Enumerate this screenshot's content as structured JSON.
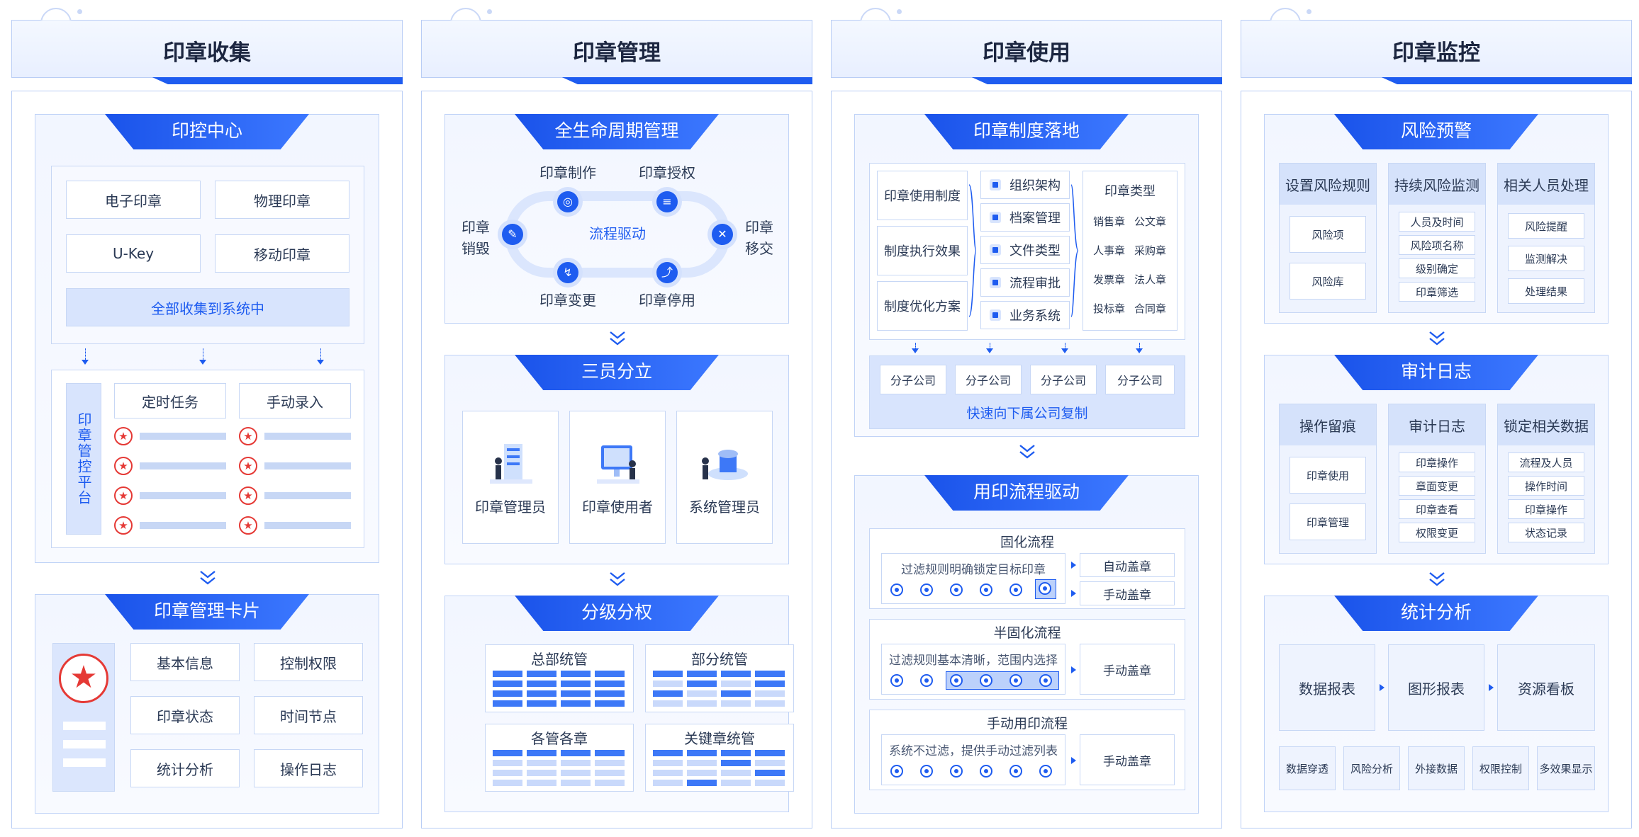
{
  "columns": {
    "collect": {
      "title": "印章收集",
      "center": {
        "title": "印控中心",
        "items": [
          "电子印章",
          "物理印章",
          "U-Key",
          "移动印章"
        ],
        "collect_all": "全部收集到系统中"
      },
      "platform": {
        "label": "印章管控平台",
        "task_scheduled": "定时任务",
        "task_manual": "手动录入",
        "star_glyph": "★"
      },
      "card": {
        "title": "印章管理卡片",
        "items": [
          "基本信息",
          "控制权限",
          "印章状态",
          "时间节点",
          "统计分析",
          "操作日志"
        ],
        "star_glyph": "★"
      }
    },
    "manage": {
      "title": "印章管理",
      "lifecycle": {
        "title": "全生命周期管理",
        "center": "流程驱动",
        "top_left": "印章制作",
        "top_right": "印章授权",
        "left": "印章\n销毁",
        "right": "印章\n移交",
        "bottom_left": "印章变更",
        "bottom_right": "印章停用"
      },
      "three": {
        "title": "三员分立",
        "roles": [
          "印章管理员",
          "印章使用者",
          "系统管理员"
        ]
      },
      "grading": {
        "title": "分级分权",
        "tables": [
          "总部统管",
          "部分统管",
          "各管各章",
          "关键章统管"
        ]
      }
    },
    "usage": {
      "title": "印章使用",
      "policy": {
        "title": "印章制度落地",
        "left_items": [
          "印章使用制度",
          "制度执行效果",
          "制度优化方案"
        ],
        "middle_items": [
          "组织架构",
          "档案管理",
          "文件类型",
          "流程审批",
          "业务系统"
        ],
        "type_title": "印章类型",
        "types": [
          "销售章",
          "公文章",
          "人事章",
          "采购章",
          "发票章",
          "法人章",
          "投标章",
          "合同章"
        ],
        "branch_label": "分子公司",
        "copy_label": "快速向下属公司复制"
      },
      "flow": {
        "title": "用印流程驱动",
        "fixed": {
          "title": "固化流程",
          "desc": "过滤规则明确锁定目标印章",
          "auto": "自动盖章",
          "manual": "手动盖章"
        },
        "semi": {
          "title": "半固化流程",
          "desc": "过滤规则基本清晰，范围内选择",
          "manual": "手动盖章"
        },
        "hand": {
          "title": "手动用印流程",
          "desc": "系统不过滤，提供手动过滤列表",
          "manual": "手动盖章"
        }
      }
    },
    "monitor": {
      "title": "印章监控",
      "risk": {
        "title": "风险预警",
        "cols": [
          {
            "head": "设置风险规则",
            "items": [
              "风险项",
              "风险库"
            ]
          },
          {
            "head": "持续风险监测",
            "items": [
              "人员及时间",
              "风险项名称",
              "级别确定",
              "印章筛选"
            ]
          },
          {
            "head": "相关人员处理",
            "items": [
              "风险提醒",
              "监测解决",
              "处理结果"
            ]
          }
        ]
      },
      "audit": {
        "title": "审计日志",
        "cols": [
          {
            "head": "操作留痕",
            "items": [
              "印章使用",
              "印章管理"
            ]
          },
          {
            "head": "审计日志",
            "items": [
              "印章操作",
              "章面变更",
              "印章查看",
              "权限变更"
            ]
          },
          {
            "head": "锁定相关数据",
            "items": [
              "流程及人员",
              "操作时间",
              "印章操作",
              "状态记录"
            ]
          }
        ]
      },
      "stats": {
        "title": "统计分析",
        "main": [
          "数据报表",
          "图形报表",
          "资源看板"
        ],
        "small": [
          "数据穿透",
          "风险分析",
          "外接数据",
          "权限控制",
          "多效果显示"
        ]
      }
    }
  },
  "colors": {
    "primary": "#1e5cf0",
    "border": "#b9cdf5",
    "star": "#e53935"
  }
}
